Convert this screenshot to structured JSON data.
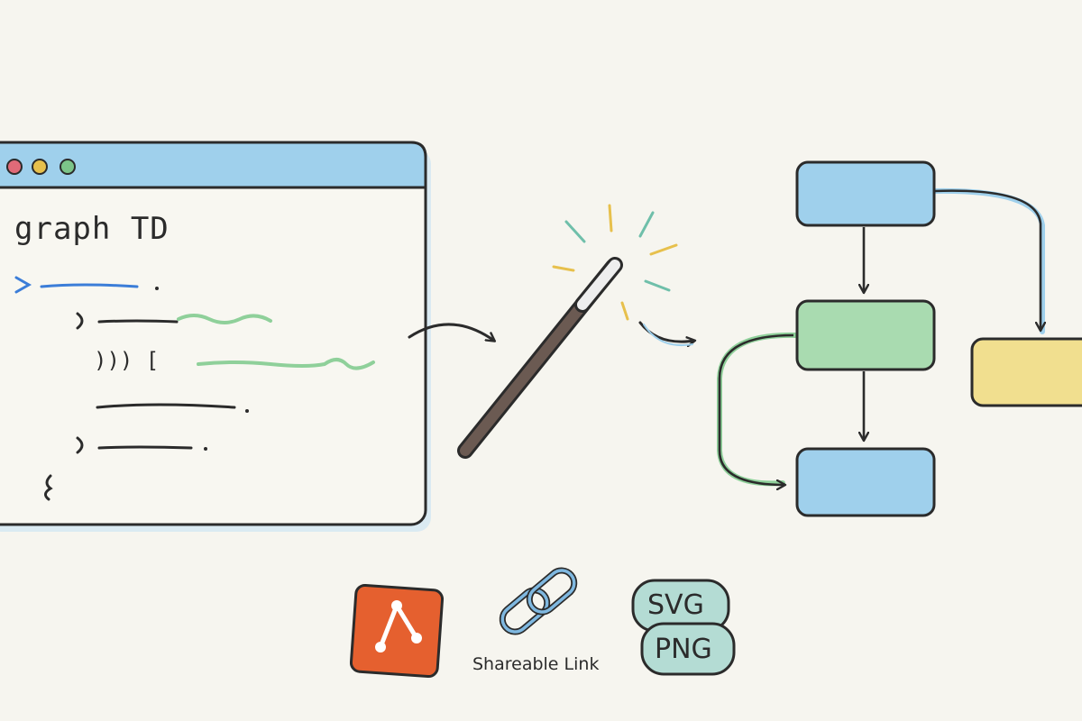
{
  "editor": {
    "code_text": "graph TD",
    "window_dots": [
      "#e06a78",
      "#e7c04c",
      "#7cc489"
    ],
    "bracket_text": "))) ["
  },
  "export_options": {
    "link_label": "Shareable Link",
    "format_svg": "SVG",
    "format_png": "PNG"
  },
  "colors": {
    "background": "#f6f5ef",
    "ink": "#2b2b2b",
    "blue": "#9fd0ec",
    "green": "#a9dbb0",
    "yellow": "#f1df8f",
    "git_orange": "#e5602f",
    "accent_blue": "#3b7dd8",
    "accent_green": "#6fbf7d",
    "spark_yellow": "#e7c04c",
    "spark_teal": "#6fbfaa"
  },
  "icons": [
    "git-icon",
    "link-icon",
    "magic-wand-icon"
  ]
}
